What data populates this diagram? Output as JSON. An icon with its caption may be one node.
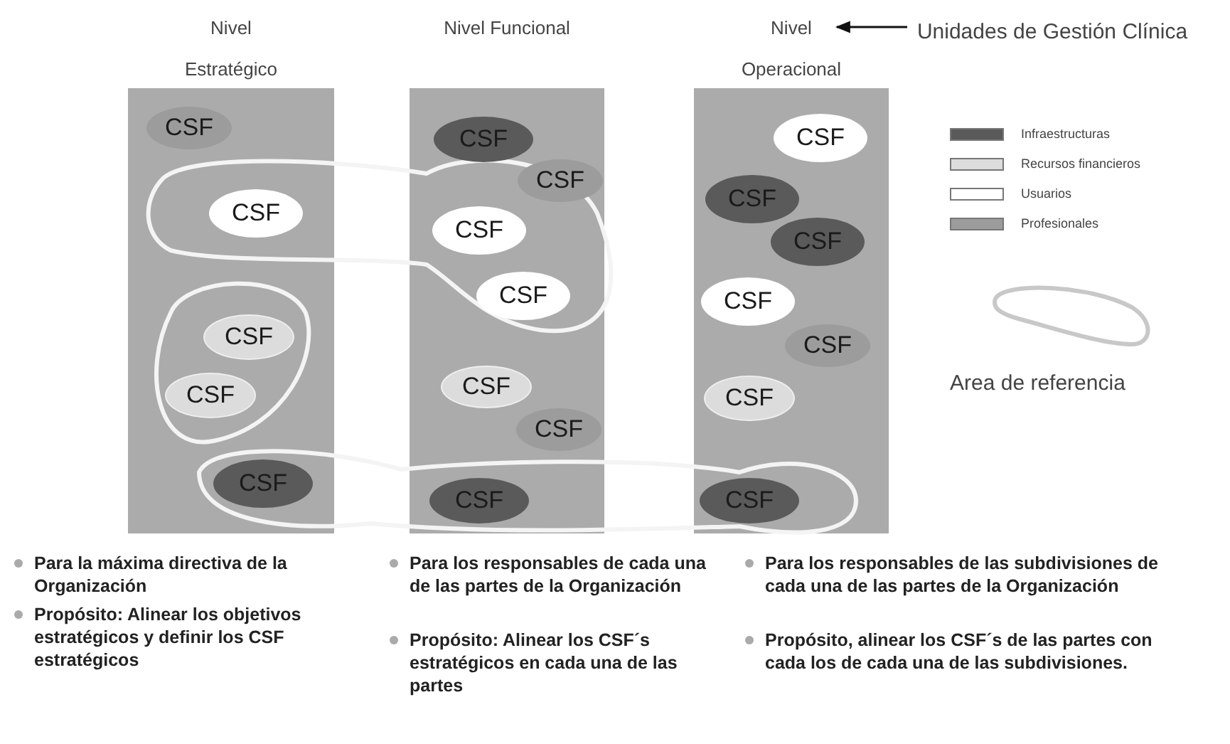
{
  "diagram": {
    "nodes": [
      {
        "text": [
          "Nivel Estratégico"
        ]
      },
      {
        "text": [
          "CSF"
        ],
        "in": 0
      },
      {
        "text": [
          "CSF"
        ],
        "in": 0
      },
      {
        "text": [
          "CSF"
        ],
        "in": 0
      },
      {
        "text": [
          "CSF"
        ],
        "in": 0
      },
      {
        "text": [
          "CSF"
        ],
        "in": 0
      },
      {
        "text": [
          "Nivel Funcional"
        ]
      },
      {
        "text": [
          "CSF"
        ],
        "in": 6
      },
      {
        "text": [
          "CSF"
        ],
        "in": 6
      },
      {
        "text": [
          "CSF"
        ],
        "in": 6
      },
      {
        "text": [
          "CSF"
        ],
        "in": 6
      },
      {
        "text": [
          "CSF"
        ],
        "in": 6
      },
      {
        "text": [
          "CSF"
        ],
        "in": 6
      },
      {
        "text": [
          "CSF"
        ],
        "in": 6
      },
      {
        "text": [
          "Nivel Operacional"
        ]
      },
      {
        "text": [
          "CSF"
        ],
        "in": 14
      },
      {
        "text": [
          "CSF"
        ],
        "in": 14
      },
      {
        "text": [
          "CSF"
        ],
        "in": 14
      },
      {
        "text": [
          "CSF"
        ],
        "in": 14
      },
      {
        "text": [
          "CSF"
        ],
        "in": 14
      },
      {
        "text": [
          "CSF"
        ],
        "in": 14
      },
      {
        "text": [
          "CSF"
        ],
        "in": 14
      },
      {
        "text": [
          "Unidades de Gestión Clínica"
        ]
      }
    ],
    "edges": [
      {
        "from": 22,
        "to": 14,
        "arrow": "to"
      }
    ],
    "labels": [
      "Para la máxima directiva de la Organización",
      "Propósito: Alinear los objetivos estratégicos y definir los CSF estratégicos",
      "Para los responsables de cada una de las partes de la Organización",
      "Propósito: Alinear los CSF´s estratégicos en cada una de las partes",
      "Para los responsables de las subdivisiones de cada una de las partes de la Organización",
      "Propósito, alinear los CSF´s de las partes con cada los de cada una de las subdivisiones."
    ],
    "legend": [
      {
        "text": "Infraestructuras",
        "color": "#5a5a5a"
      },
      {
        "text": "Recursos financieros",
        "color": "#dcdcdc"
      },
      {
        "text": "Usuarios",
        "color": "#ffffff"
      },
      {
        "text": "Profesionales",
        "color": "#9c9c9c"
      },
      {
        "text": "Area de referencia"
      }
    ]
  }
}
